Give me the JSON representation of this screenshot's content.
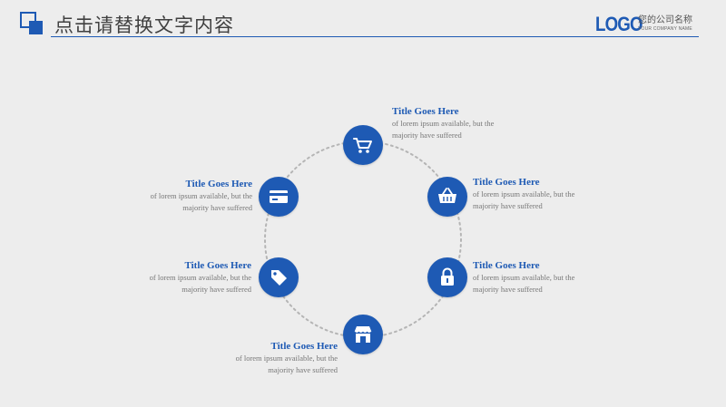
{
  "header": {
    "title": "点击请替换文字内容",
    "logo": "LOGO",
    "company_name": "您的公司名称",
    "company_sub": "YOUR COMPANY NAME"
  },
  "items": [
    {
      "icon": "shopping-cart-icon",
      "title": "Title Goes Here",
      "line1": "of lorem ipsum available,  but the",
      "line2": "majority have  suffered"
    },
    {
      "icon": "basket-icon",
      "title": "Title Goes Here",
      "line1": "of lorem ipsum available,  but the",
      "line2": "majority have  suffered"
    },
    {
      "icon": "lock-icon",
      "title": "Title Goes Here",
      "line1": "of lorem ipsum available,  but the",
      "line2": "majority have  suffered"
    },
    {
      "icon": "store-icon",
      "title": "Title Goes Here",
      "line1": "of lorem ipsum available,  but the",
      "line2": "majority have  suffered"
    },
    {
      "icon": "tag-icon",
      "title": "Title Goes Here",
      "line1": "of lorem ipsum available,  but the",
      "line2": "majority have  suffered"
    },
    {
      "icon": "credit-card-icon",
      "title": "Title Goes Here",
      "line1": "of lorem ipsum available,  but the",
      "line2": "majority have  suffered"
    }
  ],
  "colors": {
    "accent": "#1e5ab4",
    "background": "#ededed"
  }
}
